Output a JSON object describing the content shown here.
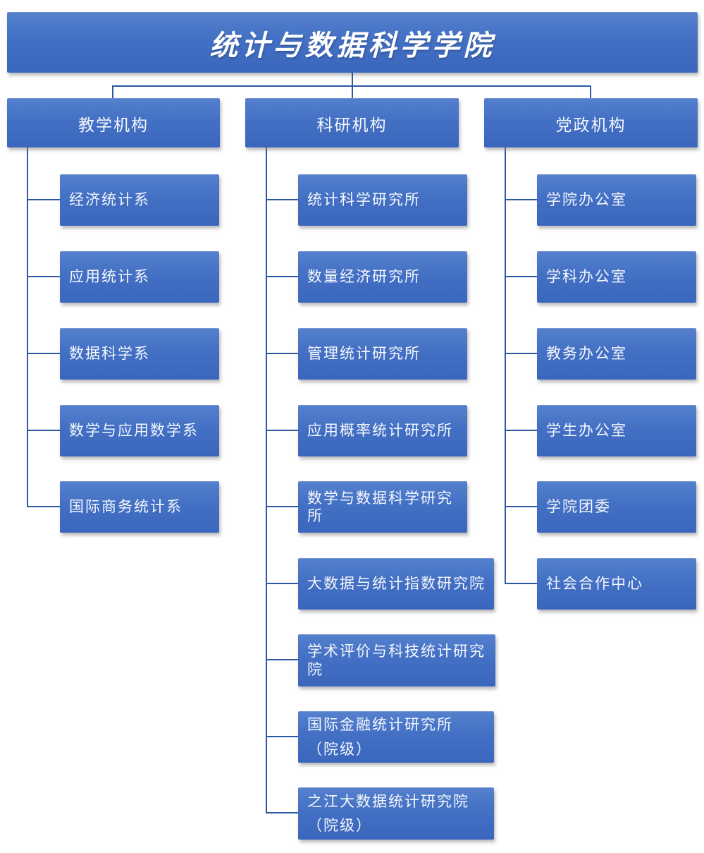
{
  "title": "统计与数据科学学院",
  "branches": [
    {
      "label": "教学机构",
      "items": [
        {
          "label": "经济统计系"
        },
        {
          "label": "应用统计系"
        },
        {
          "label": "数据科学系"
        },
        {
          "label": "数学与应用数学系"
        },
        {
          "label": "国际商务统计系"
        }
      ]
    },
    {
      "label": "科研机构",
      "items": [
        {
          "label": "统计科学研究所"
        },
        {
          "label": "数量经济研究所"
        },
        {
          "label": "管理统计研究所"
        },
        {
          "label": "应用概率统计研究所"
        },
        {
          "label": "数学与数据科学研究所"
        },
        {
          "label": "大数据与统计指数研究院"
        },
        {
          "label": "学术评价与科技统计研究院"
        },
        {
          "label": "国际金融统计研究所",
          "label2": "（院级）"
        },
        {
          "label": "之江大数据统计研究院",
          "label2": "（院级）"
        }
      ]
    },
    {
      "label": "党政机构",
      "items": [
        {
          "label": "学院办公室"
        },
        {
          "label": "学科办公室"
        },
        {
          "label": "教务办公室"
        },
        {
          "label": "学生办公室"
        },
        {
          "label": "学院团委"
        },
        {
          "label": "社会合作中心"
        }
      ]
    }
  ],
  "colors": {
    "node_fill_top": "#5480cd",
    "node_fill_mid": "#4370c4",
    "node_fill_bottom": "#3a66bd",
    "connector_line": "#2d58a3",
    "node_text": "#f4f7fc",
    "title_text": "#ffffff"
  }
}
